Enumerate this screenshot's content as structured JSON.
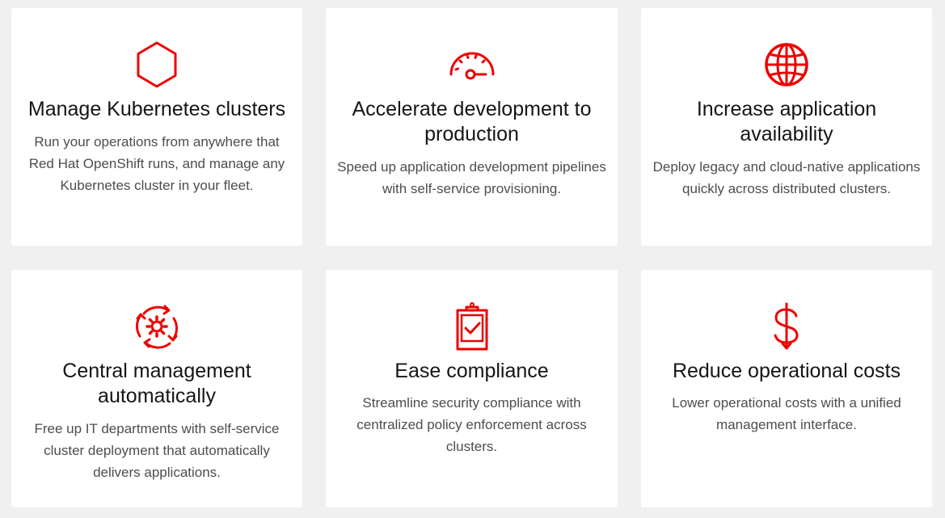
{
  "colors": {
    "accent": "#ee0000",
    "background": "#f0f0f0",
    "card": "#ffffff",
    "title": "#151515",
    "body": "#4d4d4d"
  },
  "cards": [
    {
      "icon": "hexagon-icon",
      "title": "Manage Kubernetes clusters",
      "description": "Run your operations from anywhere that Red Hat OpenShift runs, and manage any Kubernetes cluster in your fleet."
    },
    {
      "icon": "speedometer-icon",
      "title": "Accelerate development to production",
      "description": "Speed up application development pipelines with self-service provisioning."
    },
    {
      "icon": "globe-icon",
      "title": "Increase application availability",
      "description": "Deploy legacy and cloud-native applications quickly across distributed clusters."
    },
    {
      "icon": "gear-cycle-icon",
      "title": "Central management automatically",
      "description": "Free up IT departments with self-service cluster deployment that automatically delivers applications."
    },
    {
      "icon": "clipboard-check-icon",
      "title": "Ease compliance",
      "description": "Streamline security compliance with centralized policy enforcement across clusters."
    },
    {
      "icon": "dollar-icon",
      "title": "Reduce operational costs",
      "description": "Lower operational costs with a unified management interface."
    }
  ]
}
